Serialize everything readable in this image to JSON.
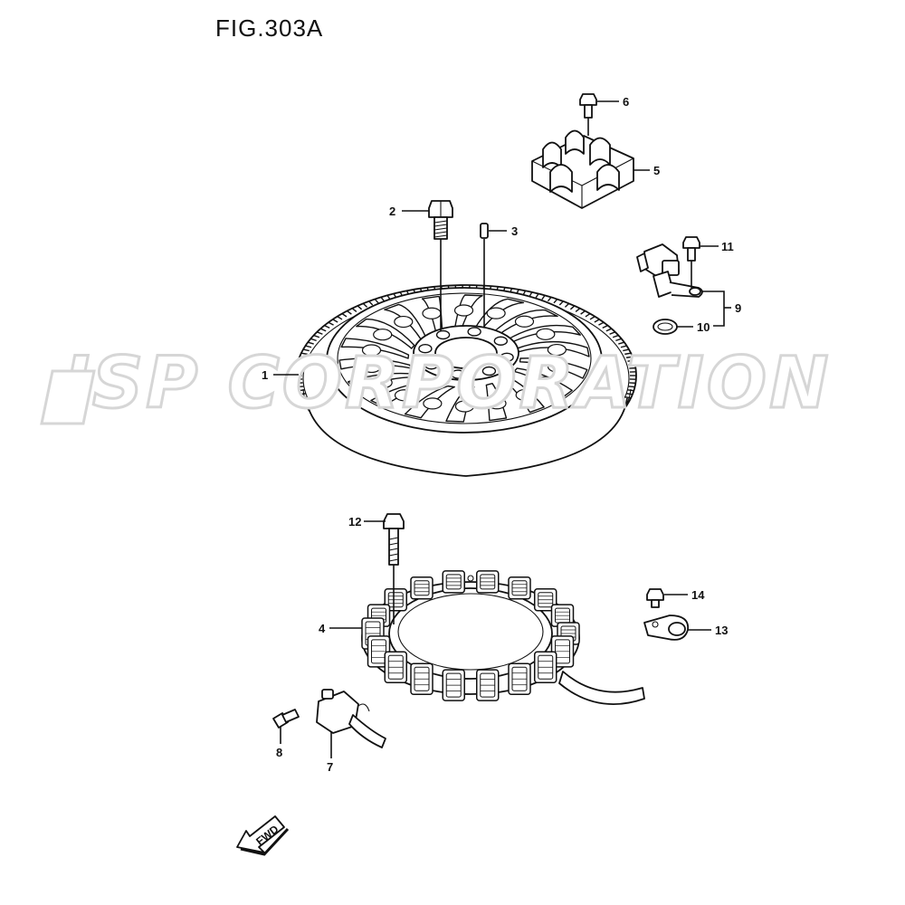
{
  "figure": {
    "title": "FIG.303A"
  },
  "watermark": {
    "text": "JSP CORPORATION"
  },
  "direction_arrow": {
    "label": "FWD"
  },
  "callouts": [
    {
      "id": "1",
      "label": "1"
    },
    {
      "id": "2",
      "label": "2"
    },
    {
      "id": "3",
      "label": "3"
    },
    {
      "id": "4",
      "label": "4"
    },
    {
      "id": "5",
      "label": "5"
    },
    {
      "id": "6",
      "label": "6"
    },
    {
      "id": "7",
      "label": "7"
    },
    {
      "id": "8",
      "label": "8"
    },
    {
      "id": "9",
      "label": "9"
    },
    {
      "id": "10",
      "label": "10"
    },
    {
      "id": "11",
      "label": "11"
    },
    {
      "id": "12",
      "label": "12"
    },
    {
      "id": "13",
      "label": "13"
    },
    {
      "id": "14",
      "label": "14"
    }
  ]
}
